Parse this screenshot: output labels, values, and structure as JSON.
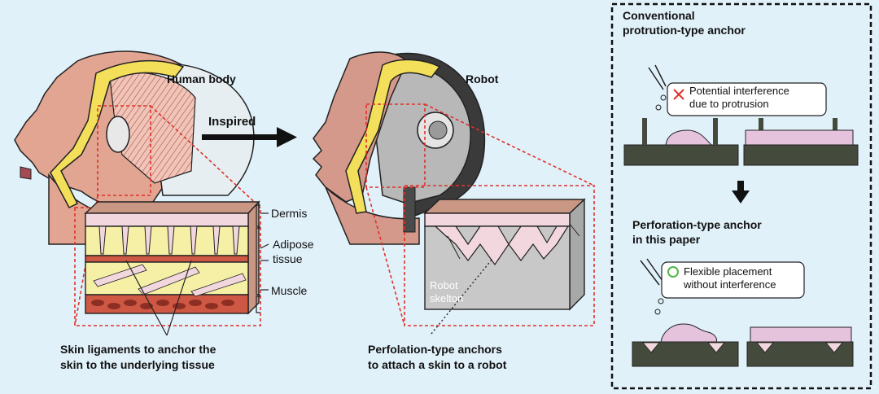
{
  "human": {
    "title": "Human body",
    "dermis": "Dermis",
    "adipose": "Adipose\ntissue",
    "muscle": "Muscle",
    "caption": "Skin ligaments to anchor the\nskin to the underlying tissue"
  },
  "inspired": "Inspired",
  "robot": {
    "title": "Robot",
    "skeleton": "Robot\nskelton",
    "caption": "Perfolation-type anchors\nto attach a skin to a robot"
  },
  "panel": {
    "conventional": "Conventional\nprotrution-type anchor",
    "conventional_note": "Potential interference\ndue to protrusion",
    "perforation": "Perforation-type anchor\nin this paper",
    "perforation_note": "Flexible placement\nwithout interference"
  },
  "colors": {
    "background": "#e1f1fa",
    "skin": "#f2d8de",
    "face": "#e2a592",
    "adipose": "#f6efa6",
    "muscle": "#cf5845",
    "skeleton": "#c8c8c8",
    "base": "#444a3c",
    "dashed_red": "#e0322a",
    "mark_red": "#e0322a",
    "mark_green": "#4fb548"
  }
}
